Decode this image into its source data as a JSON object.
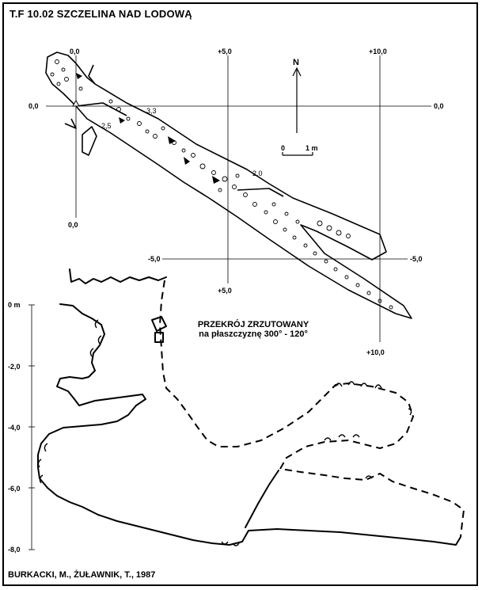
{
  "title": "T.F 10.02  SZCZELINA NAD LODOWĄ",
  "authors": "BURKACKI, M., ŻUŁAWNIK, T., 1987",
  "plan": {
    "north_label": "N",
    "scale": {
      "start": "0",
      "end": "1 m"
    },
    "grid_labels": {
      "x_zero_top": "0,0",
      "x_plus5_top": "+5,0",
      "x_plus10_top": "+10,0",
      "y_zero_left": "0,0",
      "y_zero_right": "0,0",
      "x_zero_bottom": "0,0",
      "y_minus5_left": "-5,0",
      "y_minus5_right": "-5,0",
      "x_plus5_bottom": "+5,0",
      "x_plus10_bottom": "+10,0"
    },
    "depth_labels": {
      "d1": "3,3",
      "d2": "2,5",
      "d3": "2,0"
    }
  },
  "section": {
    "title_line1": "PRZEKRÓJ ZRZUTOWANY",
    "title_line2": "na płaszczyznę 300° - 120°",
    "axis_labels": [
      "0 m",
      "-2,0",
      "-4,0",
      "-6,0",
      "-8,0"
    ]
  }
}
